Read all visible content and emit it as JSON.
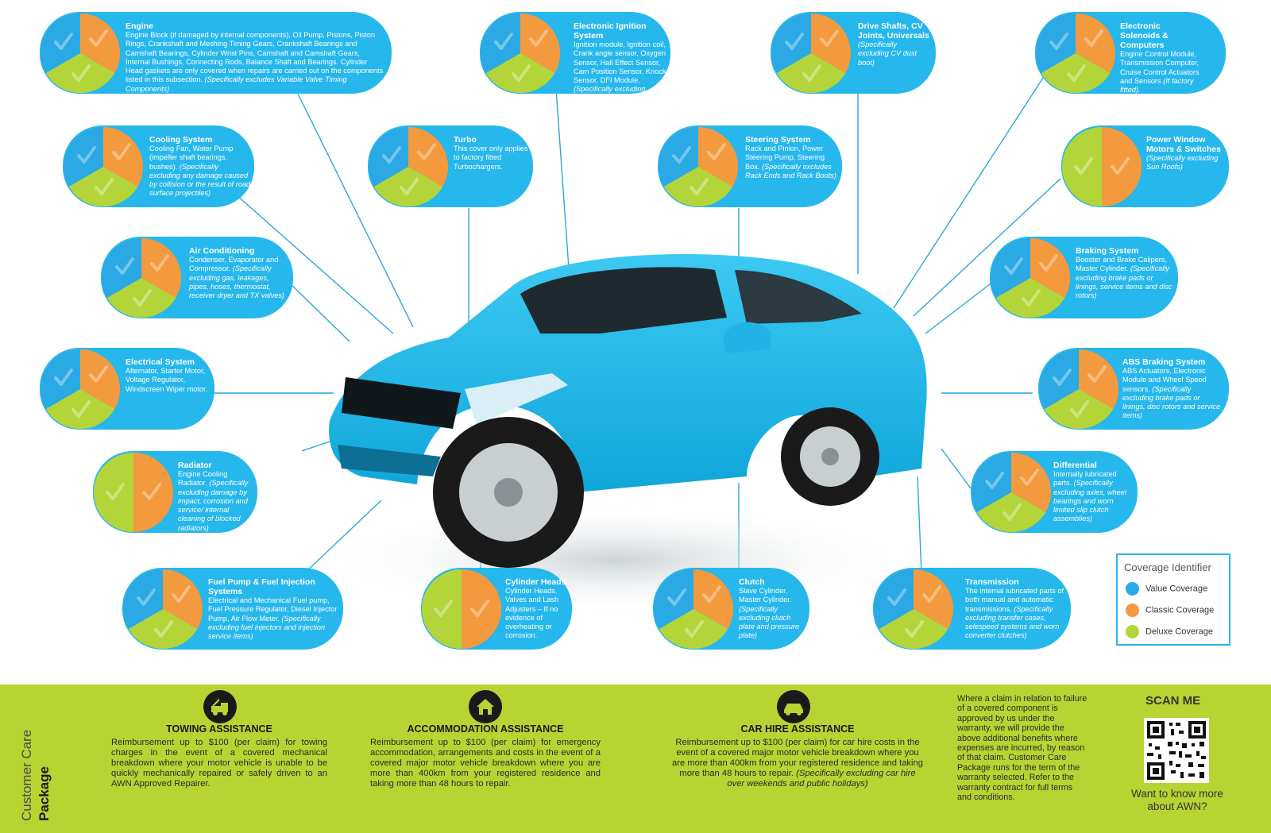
{
  "colors": {
    "value": "#2aa9e4",
    "classic": "#f39a3e",
    "deluxe": "#b4d53a",
    "pill": "#26b7ec",
    "band": "#b7d432"
  },
  "components": [
    {
      "title": "Engine",
      "desc": "Engine Block (if damaged by internal components), Oil Pump, Pistons, Piston Rings, Crankshaft and Meshing Timing Gears, Crankshaft Bearings and Camshaft Bearings, Cylinder Wrist Pins, Camshaft and Camshaft Gears, Internal Bushings, Connecting Rods, Balance Shaft and Bearings. Cylinder Head gaskets are only covered when repairs are carried out on the components listed in this subsection.",
      "note": "(Specifically excludes Variable Valve Timing Components)",
      "coverage": "all"
    },
    {
      "title": "Electronic Ignition System",
      "desc": "Ignition module, Ignition coil, Crank angle sensor, Oxygen Sensor, Hall Effect Sensor, Cam Position Sensor, Knock Sensor, DFI Module.",
      "note": "(Specifically excluding service items)",
      "coverage": "all"
    },
    {
      "title": "Drive Shafts, CV Joints, Universals",
      "desc": "",
      "note": "(Specifically excluding CV dust boot)",
      "coverage": "all"
    },
    {
      "title": "Electronic Solenoids & Computers",
      "desc": "Engine Control Module, Transmission Computer, Cruise Control Actuators and Sensors",
      "note": "(If factory fitted).",
      "coverage": "all"
    },
    {
      "title": "Cooling System",
      "desc": "Cooling Fan, Water Pump (impeller shaft bearings, bushes).",
      "note": "(Specifically excluding any damage caused by collision or the result of road surface projectiles)",
      "coverage": "all"
    },
    {
      "title": "Turbo",
      "desc": "This cover only applies to factory fitted Turbochargers.",
      "note": "",
      "coverage": "all"
    },
    {
      "title": "Steering System",
      "desc": "Rack and Pinion, Power Steering Pump, Steering Box.",
      "note": "(Specifically excludes Rack Ends and Rack Boots)",
      "coverage": "all"
    },
    {
      "title": "Power Window Motors & Switches",
      "desc": "",
      "note": "(Specifically excluding Sun Roofs)",
      "coverage": "classic-deluxe"
    },
    {
      "title": "Air Conditioning",
      "desc": "Condenser, Evaporator and Compressor.",
      "note": "(Specifically excluding gas, leakages, pipes, hoses, thermostat, receiver dryer and TX valves)",
      "coverage": "all"
    },
    {
      "title": "Braking System",
      "desc": "Booster and Brake Calipers, Master Cylinder.",
      "note": "(Specifically excluding brake pads or linings, service items and disc rotors)",
      "coverage": "all"
    },
    {
      "title": "Electrical System",
      "desc": "Alternator, Starter Motor, Voltage Regulator, Windscreen Wiper motor.",
      "note": "",
      "coverage": "all"
    },
    {
      "title": "ABS Braking System",
      "desc": "ABS Actuators, Electronic Module and Wheel Speed sensors.",
      "note": "(Specifically excluding brake pads or linings, disc rotors and service items)",
      "coverage": "all"
    },
    {
      "title": "Radiator",
      "desc": "Engine Cooling Radiator.",
      "note": "(Specifically excluding damage by impact, corrosion and service/ internal cleaning of blocked radiators)",
      "coverage": "classic-deluxe"
    },
    {
      "title": "Differential",
      "desc": "Internally lubricated parts.",
      "note": "(Specifically excluding axles, wheel bearings and worn limited slip clutch assemblies)",
      "coverage": "all"
    },
    {
      "title": "Fuel Pump & Fuel Injection Systems",
      "desc": "Electrical and Mechanical Fuel pump, Fuel Pressure Regulator, Diesel Injector Pump, Air Flow Meter.",
      "note": "(Specifically excluding fuel injectors and injection service items)",
      "coverage": "all"
    },
    {
      "title": "Cylinder Heads",
      "desc": "Cylinder Heads, Valves and Lash Adjusters – If no evidence of overheating or corrosion.",
      "note": "",
      "coverage": "classic-deluxe"
    },
    {
      "title": "Clutch",
      "desc": "Slave Cylinder, Master Cylinder.",
      "note": "(Specifically excluding clutch plate and pressure plate)",
      "coverage": "all"
    },
    {
      "title": "Transmission",
      "desc": "The internal lubricated parts of both manual and automatic transmissions.",
      "note": "(Specifically excluding transfer cases, selespeed systems and worn converter clutches)",
      "coverage": "all"
    }
  ],
  "legend": {
    "title": "Coverage Identifier",
    "items": [
      {
        "label": "Value Coverage",
        "color": "#2aa9e4"
      },
      {
        "label": "Classic Coverage",
        "color": "#f39a3e"
      },
      {
        "label": "Deluxe Coverage",
        "color": "#b4d53a"
      }
    ]
  },
  "band": {
    "side_top": "Customer Care",
    "side_bottom": "Package",
    "benefits": [
      {
        "icon": "tow-truck-icon",
        "title": "TOWING ASSISTANCE",
        "body": "Reimbursement up to $100 (per claim) for towing charges in the event of a covered mechanical breakdown where your motor vehicle is unable to be quickly mechanically repaired or safely driven to an AWN Approved Repairer."
      },
      {
        "icon": "house-icon",
        "title": "ACCOMMODATION ASSISTANCE",
        "body": "Reimbursement up to $100 (per claim) for emergency accommodation, arrangements and costs in the event of a covered major motor vehicle breakdown where you are more than 400km from your registered residence and taking more than 48 hours to repair."
      },
      {
        "icon": "car-icon",
        "title": "CAR HIRE ASSISTANCE",
        "body": "Reimbursement up to $100 (per claim) for car hire costs in the event of a covered major motor vehicle breakdown where you are more than 400km from your registered residence and taking more than 48 hours to repair.",
        "note": "(Specifically excluding car hire over weekends and public holidays)"
      }
    ],
    "claim_note": "Where a claim in relation to failure of a covered component is approved by us under the warranty, we will provide the above additional benefits where expenses are incurred, by reason of that claim. Customer Care Package runs for the term of the warranty selected. Refer to the warranty contract for full terms and conditions.",
    "scan_title": "SCAN ME",
    "scan_sub": "Want to know more about AWN?"
  }
}
